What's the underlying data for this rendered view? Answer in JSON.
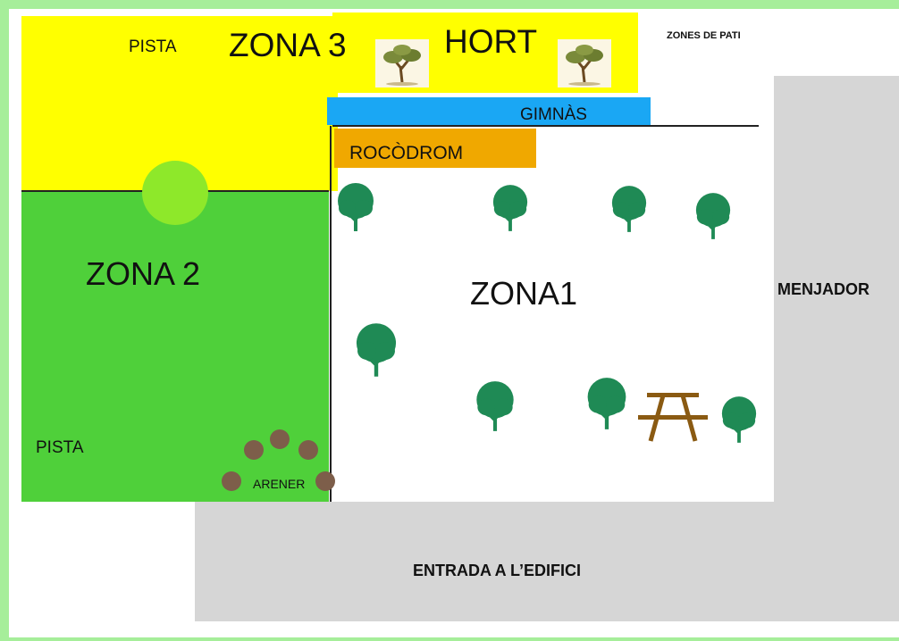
{
  "map": {
    "title": "ZONES DE PATI",
    "zone3": {
      "label": "ZONA 3",
      "pista_label": "PISTA",
      "color": "#ffff00"
    },
    "hort": {
      "label": "HORT",
      "color": "#ffff00"
    },
    "gimnas": {
      "label": "GIMNÀS",
      "color": "#1aa7f4"
    },
    "rocodrom": {
      "label": "ROCÒDROM",
      "color": "#f0a800"
    },
    "zone2": {
      "label": "ZONA 2",
      "pista_label": "PISTA",
      "color": "#4fd03a"
    },
    "zone1": {
      "label": "ZONA1"
    },
    "arener": {
      "label": "ARENER"
    },
    "menjador": {
      "label": "MENJADOR"
    },
    "entrada": {
      "label": "ENTRADA A L’EDIFICI"
    },
    "colors": {
      "frame": "#a6ee9a",
      "building": "#d6d6d6",
      "tree": "#1f8a55",
      "circle": "#8ee82a",
      "arener_dot": "#7d5e4a",
      "bench": "#8a5a12"
    }
  }
}
